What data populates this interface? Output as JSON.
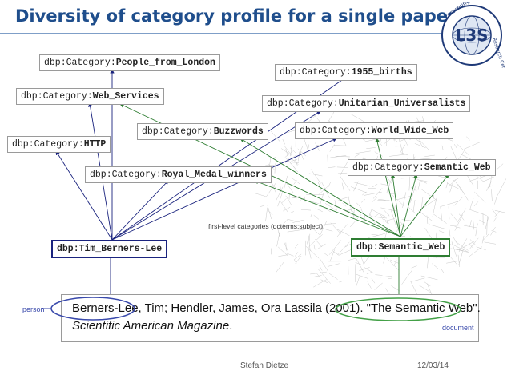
{
  "title": "Diversity of category profile for a single paper",
  "logo": {
    "text_top": "Forschungszentrum",
    "text_side": "Research Center",
    "mark": "L3S"
  },
  "categories": {
    "people_from_london": {
      "prefix": "dbp:Category:",
      "name": "People_from_London"
    },
    "web_services": {
      "prefix": "dbp:Category:",
      "name": "Web_Services"
    },
    "http": {
      "prefix": "dbp:Category:",
      "name": "HTTP"
    },
    "buzzwords": {
      "prefix": "dbp:Category:",
      "name": "Buzzwords"
    },
    "royal_medal": {
      "prefix": "dbp:Category:",
      "name": "Royal_Medal_winners"
    },
    "births_1955": {
      "prefix": "dbp:Category:",
      "name": "1955_births"
    },
    "unitarian": {
      "prefix": "dbp:Category:",
      "name": "Unitarian_Universalists"
    },
    "www": {
      "prefix": "dbp:Category:",
      "name": "World_Wide_Web"
    },
    "semantic_web_cat": {
      "prefix": "dbp:Category:",
      "name": "Semantic_Web"
    }
  },
  "entities": {
    "person": "dbp:Tim_Berners-Lee",
    "document": "dbp:Semantic_Web"
  },
  "first_level_label": "first-level categories (dcterms:subject)",
  "citation": {
    "line1": "Berners-Lee, Tim; Hendler, James, Ora Lassila (2001). \"The Semantic Web\".",
    "line2": "Scientific American Magazine",
    "line2_end": "."
  },
  "labels": {
    "person": "person",
    "document": "document"
  },
  "footer": {
    "author": "Stefan Dietze",
    "date": "12/03/14"
  },
  "colors": {
    "title": "#1f4e8c",
    "person_edges": "#1a237e",
    "document_edges": "#2e7d32"
  }
}
